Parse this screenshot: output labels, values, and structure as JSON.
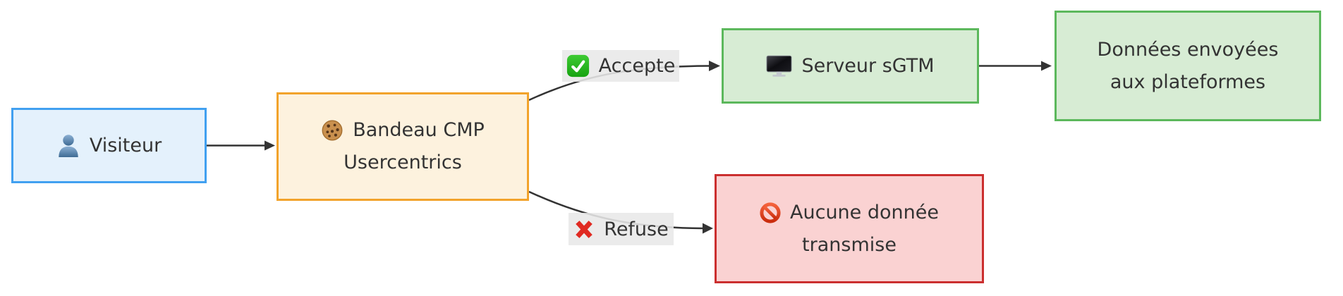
{
  "diagram": {
    "type": "flowchart",
    "direction": "left-to-right",
    "background": "#ffffff",
    "nodes": {
      "visiteur": {
        "icon": "person-icon",
        "label": "Visiteur"
      },
      "bandeau": {
        "icon": "cookie-icon",
        "line1": "Bandeau CMP",
        "line2": "Usercentrics"
      },
      "serveur": {
        "icon": "monitor-icon",
        "label": "Serveur sGTM"
      },
      "donnees": {
        "line1": "Données envoyées",
        "line2": "aux plateformes"
      },
      "aucune": {
        "icon": "no-entry-icon",
        "line1": "Aucune donnée",
        "line2": "transmise"
      }
    },
    "edge_labels": {
      "accepte": {
        "icon": "check-icon",
        "label": "Accepte"
      },
      "refuse": {
        "icon": "cross-icon",
        "label": "Refuse"
      }
    },
    "edges": [
      {
        "from": "visiteur",
        "to": "bandeau"
      },
      {
        "from": "bandeau",
        "to": "serveur",
        "label": "Accepte"
      },
      {
        "from": "bandeau",
        "to": "aucune",
        "label": "Refuse"
      },
      {
        "from": "serveur",
        "to": "donnees"
      }
    ],
    "icon_glyphs": {
      "person-icon": "👤",
      "cookie-icon": "🍪",
      "check-icon": "✅",
      "cross-icon": "❌",
      "monitor-icon": "🖥️",
      "no-entry-icon": "🚫"
    },
    "colors": {
      "visiteur_fill": "#e4f1fc",
      "visiteur_stroke": "#41a0f0",
      "bandeau_fill": "#fdf2de",
      "bandeau_stroke": "#f2a32b",
      "green_fill": "#d7ecd4",
      "green_stroke": "#5cb85c",
      "red_fill": "#fad2d2",
      "red_stroke": "#cb2f2f",
      "edge_line": "#333333",
      "edge_label_bg": "#e8e8e8",
      "text": "#333333"
    }
  }
}
